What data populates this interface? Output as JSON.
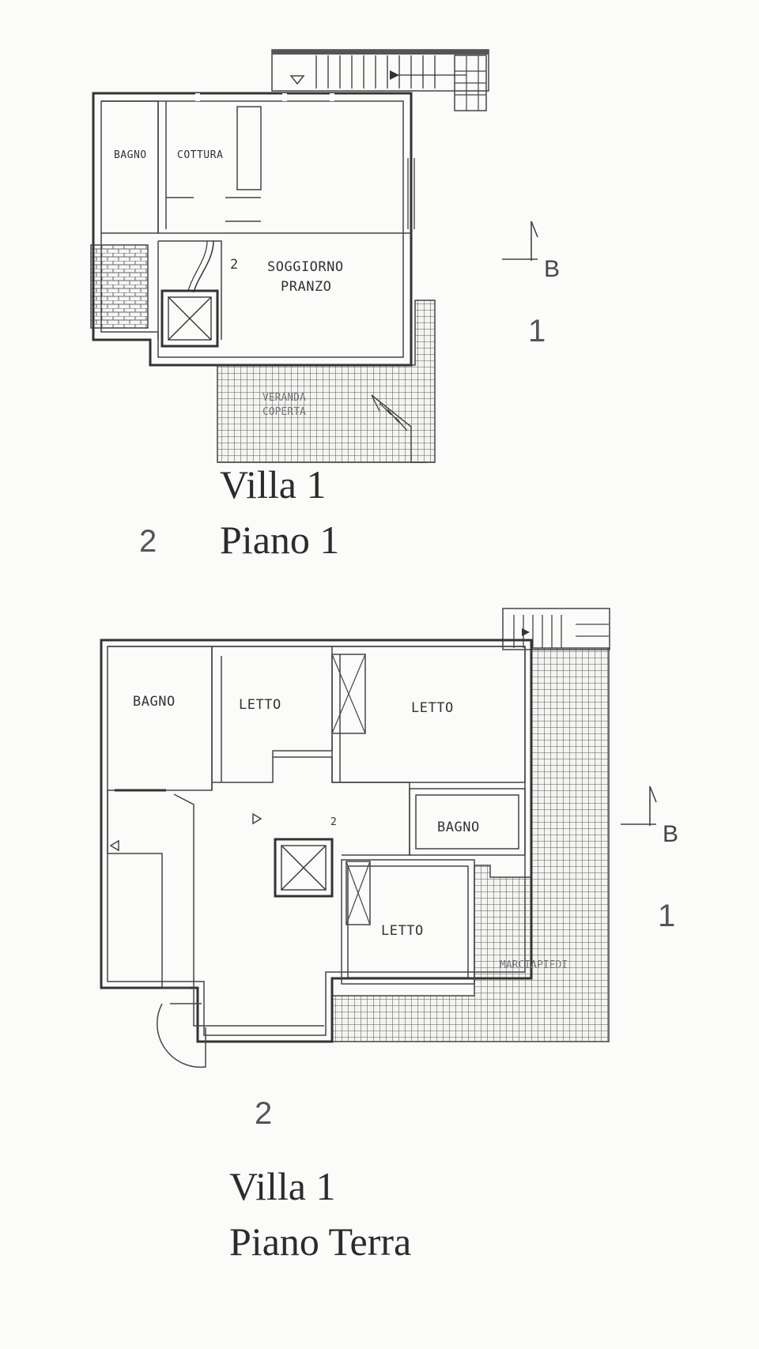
{
  "plans": [
    {
      "caption_line1": "Villa 1",
      "caption_line2": "Piano 1",
      "section_marker": "B",
      "side_marker_right": "1",
      "side_marker_left": "2",
      "rooms": {
        "bagno": "BAGNO",
        "cottura": "COTTURA",
        "soggiorno_line1": "SOGGIORNO",
        "soggiorno_line2": "PRANZO",
        "corridor_num": "2",
        "veranda_line1": "VERANDA",
        "veranda_line2": "COPERTA"
      }
    },
    {
      "caption_line1": "Villa 1",
      "caption_line2": "Piano Terra",
      "section_marker": "B",
      "side_marker_right": "1",
      "side_marker_bottom": "2",
      "rooms": {
        "bagno_left": "BAGNO",
        "letto_1": "LETTO",
        "letto_2": "LETTO",
        "letto_3": "LETTO",
        "bagno_right": "BAGNO",
        "corridor_num": "2",
        "marciapiedi": "MARCIAPIEDI"
      }
    }
  ]
}
